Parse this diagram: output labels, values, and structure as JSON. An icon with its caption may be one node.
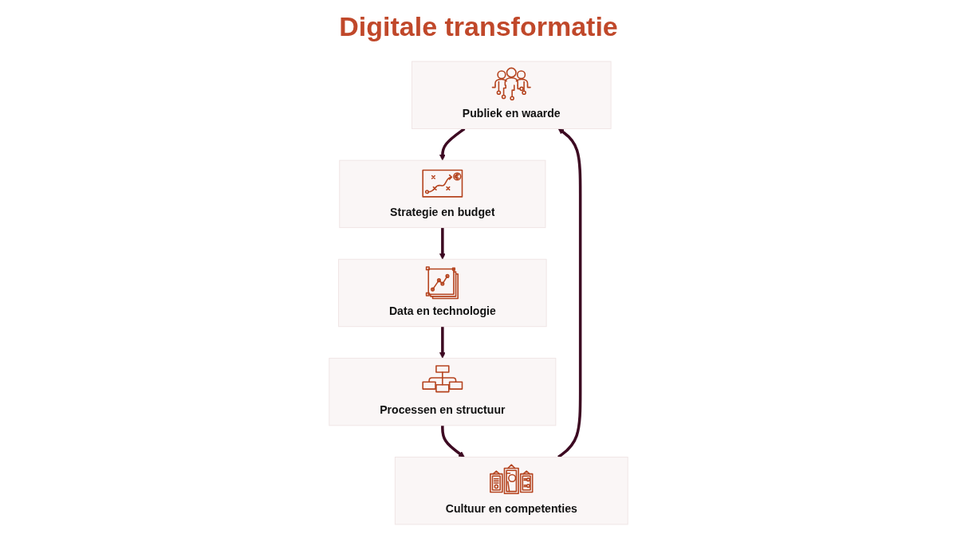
{
  "diagram": {
    "title": "Digitale transformatie",
    "nodes": [
      {
        "text": [
          "Publiek en waarde"
        ]
      },
      {
        "text": [
          "Strategie en budget"
        ]
      },
      {
        "text": [
          "Data en technologie"
        ]
      },
      {
        "text": [
          "Processen en structuur"
        ]
      },
      {
        "text": [
          "Cultuur en competenties"
        ]
      }
    ],
    "edges": [
      {
        "from": 0,
        "to": 1,
        "arrow": "to"
      },
      {
        "from": 1,
        "to": 2,
        "arrow": "to"
      },
      {
        "from": 2,
        "to": 3,
        "arrow": "to"
      },
      {
        "from": 3,
        "to": 4,
        "arrow": "to"
      },
      {
        "from": 4,
        "to": 0,
        "arrow": "to"
      }
    ]
  }
}
